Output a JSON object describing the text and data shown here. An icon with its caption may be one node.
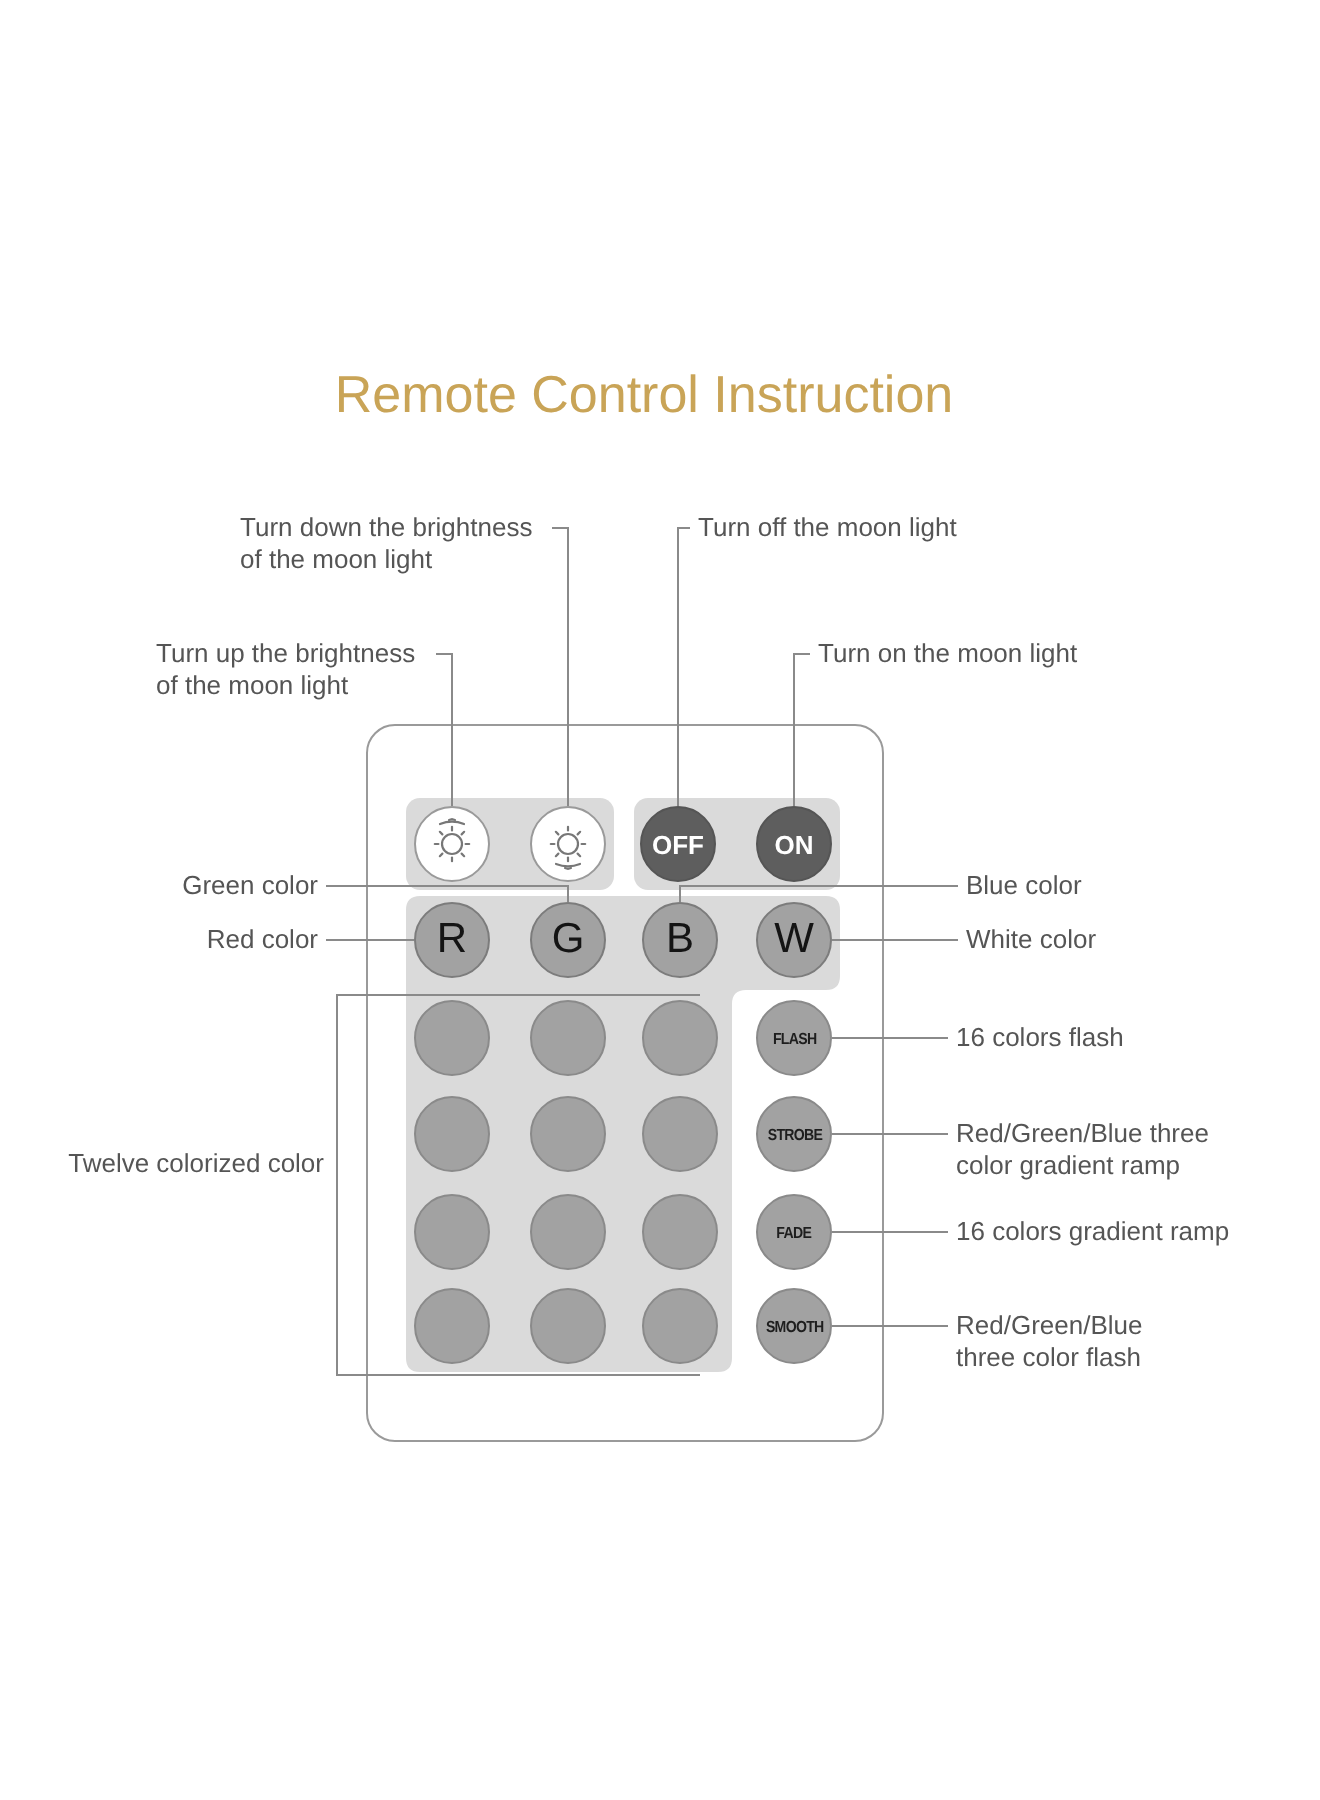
{
  "diagram": {
    "title": "Remote Control Instruction",
    "nodes": [
      {
        "text": [
          "Turn down the brightness of the moon light"
        ]
      },
      {
        "text": [
          "Turn off the moon light"
        ]
      },
      {
        "text": [
          "Turn up the brightness of the moon light"
        ]
      },
      {
        "text": [
          "Turn on the moon light"
        ]
      },
      {
        "text": [],
        "shape": "circle"
      },
      {
        "text": [],
        "shape": "circle"
      },
      {
        "text": [
          "OFF"
        ]
      },
      {
        "text": [
          "ON"
        ]
      },
      {
        "text": [
          "Green color"
        ]
      },
      {
        "text": [
          "Blue color"
        ]
      },
      {
        "text": [
          "Red color"
        ]
      },
      {
        "text": [
          "R"
        ]
      },
      {
        "text": [
          "G"
        ]
      },
      {
        "text": [
          "B"
        ]
      },
      {
        "text": [
          "W"
        ]
      },
      {
        "text": [
          "White color"
        ]
      },
      {
        "text": [],
        "shape": "circle"
      },
      {
        "text": [],
        "shape": "circle"
      },
      {
        "text": [],
        "shape": "circle"
      },
      {
        "text": [
          "FLASH"
        ]
      },
      {
        "text": [
          "16 colors flash"
        ]
      },
      {
        "text": [],
        "shape": "circle"
      },
      {
        "text": [],
        "shape": "circle"
      },
      {
        "text": [],
        "shape": "circle"
      },
      {
        "text": [
          "STROBE"
        ]
      },
      {
        "text": [
          "Red/Green/Blue three color gradient ramp"
        ]
      },
      {
        "text": [],
        "shape": "circle"
      },
      {
        "text": [],
        "shape": "circle"
      },
      {
        "text": [],
        "shape": "circle"
      },
      {
        "text": [
          "FADE"
        ]
      },
      {
        "text": [
          "16 colors gradient ramp"
        ]
      },
      {
        "text": [],
        "shape": "circle"
      },
      {
        "text": [],
        "shape": "circle"
      },
      {
        "text": [],
        "shape": "circle"
      },
      {
        "text": [
          "SMOOTH"
        ]
      },
      {
        "text": [
          "Red/Green/Blue three color flash"
        ]
      }
    ],
    "edges": [
      {
        "from": 0,
        "to": 5,
        "arrow": "none"
      },
      {
        "from": 1,
        "to": 6,
        "arrow": "none"
      },
      {
        "from": 2,
        "to": 4,
        "arrow": "none"
      },
      {
        "from": 3,
        "to": 7,
        "arrow": "none"
      },
      {
        "from": 8,
        "to": 12,
        "arrow": "none"
      },
      {
        "from": 9,
        "to": 13,
        "arrow": "none"
      },
      {
        "from": 10,
        "to": 11,
        "arrow": "none"
      },
      {
        "from": 15,
        "to": 14,
        "arrow": "none"
      },
      {
        "from": 20,
        "to": 19,
        "arrow": "none"
      },
      {
        "from": 25,
        "to": 24,
        "arrow": "none"
      },
      {
        "from": 30,
        "to": 29,
        "arrow": "none"
      },
      {
        "from": 35,
        "to": 34,
        "arrow": "none"
      }
    ],
    "labels": [
      "Twelve colorized color"
    ]
  }
}
